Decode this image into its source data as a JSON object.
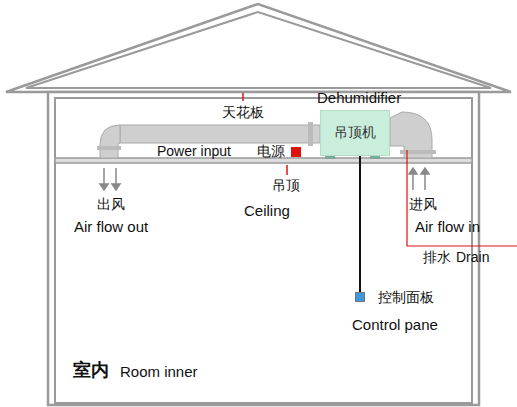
{
  "diagram": {
    "nodes": [
      {
        "text": [
          "Dehumidifier",
          "吊顶机"
        ]
      },
      {
        "text": [
          "控制面板",
          "Control pane"
        ]
      }
    ],
    "edges": [
      {
        "from": 0,
        "to": 1,
        "arrow": "none"
      }
    ],
    "labels": [
      "天花板",
      "Power input",
      "电源",
      "吊顶",
      "Ceiling",
      "出风",
      "Air flow out",
      "进风",
      "Air flow in",
      "排水",
      "Drain",
      "室内",
      "Room inner"
    ]
  }
}
